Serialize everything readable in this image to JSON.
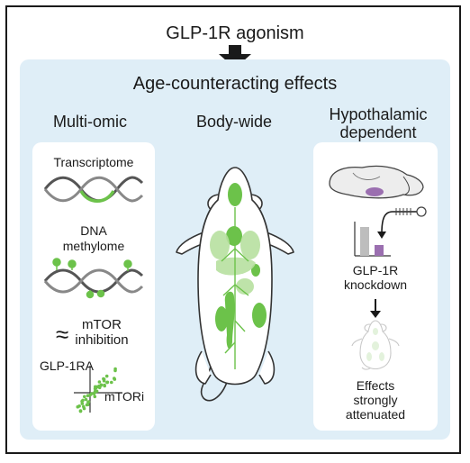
{
  "title": "GLP-1R agonism",
  "subtitle": "Age-counteracting effects",
  "columns": {
    "multi_omic": {
      "heading": "Multi-omic",
      "transcriptome": "Transcriptome",
      "dna_methylome_line1": "DNA",
      "dna_methylome_line2": "methylome",
      "approx_symbol": "≈",
      "mtor_line1": "mTOR",
      "mtor_line2": "inhibition",
      "scatter_ylabel": "GLP-1RA",
      "scatter_xlabel": "mTORi"
    },
    "body_wide": {
      "heading": "Body-wide"
    },
    "hypothalamic": {
      "heading_line1": "Hypothalamic",
      "heading_line2": "dependent",
      "knockdown_line1": "GLP-1R",
      "knockdown_line2": "knockdown",
      "effects_line1": "Effects",
      "effects_line2": "strongly",
      "effects_line3": "attenuated"
    }
  },
  "colors": {
    "panel_background": "#dfeef7",
    "accent_green": "#6cc24a",
    "light_green": "#b8e0a0",
    "purple": "#9b6fb0",
    "gray": "#bdbdbd"
  },
  "icons": [
    "down-arrow-icon",
    "dna-helix-icon",
    "methylated-dna-icon",
    "scatter-plot-icon",
    "mouse-organs-icon",
    "mouse-brain-icon",
    "shrna-hairpin-icon",
    "bar-chart-icon",
    "faded-mouse-icon"
  ]
}
